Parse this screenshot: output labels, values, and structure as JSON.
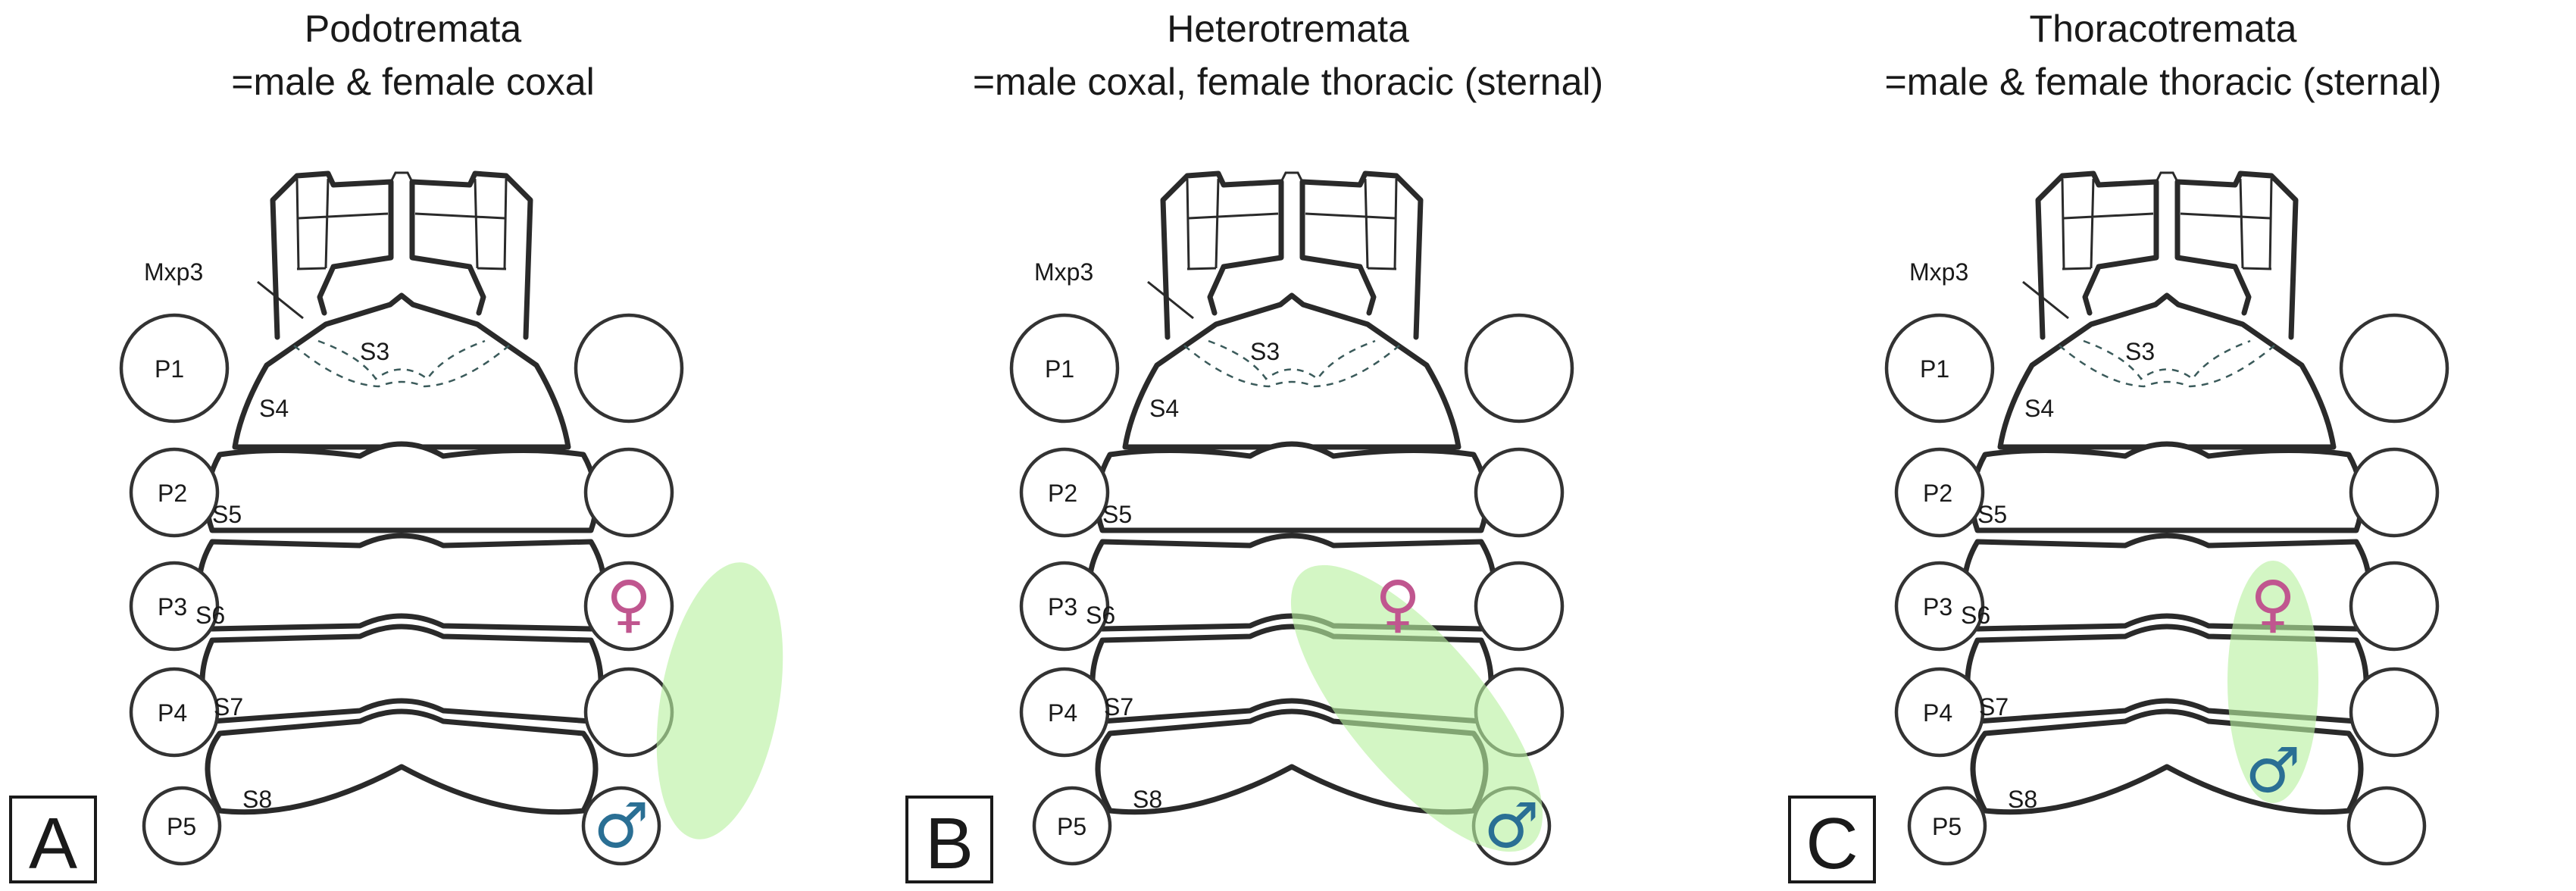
{
  "panels": [
    {
      "letter": "A",
      "title": "Podotremata",
      "subtitle": "=male & female coxal",
      "legs_left": [
        "P1",
        "P2",
        "P3",
        "P4",
        "P5"
      ],
      "sternites": [
        "S3",
        "S4",
        "S5",
        "S6",
        "S7",
        "S8"
      ],
      "mxp_label": "Mxp3",
      "female_symbol": "♀",
      "male_symbol": "♂"
    },
    {
      "letter": "B",
      "title": "Heterotremata",
      "subtitle": "=male coxal, female thoracic (sternal)",
      "legs_left": [
        "P1",
        "P2",
        "P3",
        "P4",
        "P5"
      ],
      "sternites": [
        "S3",
        "S4",
        "S5",
        "S6",
        "S7",
        "S8"
      ],
      "mxp_label": "Mxp3",
      "female_symbol": "♀",
      "male_symbol": "♂"
    },
    {
      "letter": "C",
      "title": "Thoracotremata",
      "subtitle": "=male & female thoracic (sternal)",
      "legs_left": [
        "P1",
        "P2",
        "P3",
        "P4",
        "P5"
      ],
      "sternites": [
        "S3",
        "S4",
        "S5",
        "S6",
        "S7",
        "S8"
      ],
      "mxp_label": "Mxp3",
      "female_symbol": "♀",
      "male_symbol": "♂"
    }
  ],
  "colors": {
    "female": "#c0568f",
    "male": "#2a6f94",
    "highlight": "#b8f0a0",
    "outline": "#2a2a2a"
  }
}
